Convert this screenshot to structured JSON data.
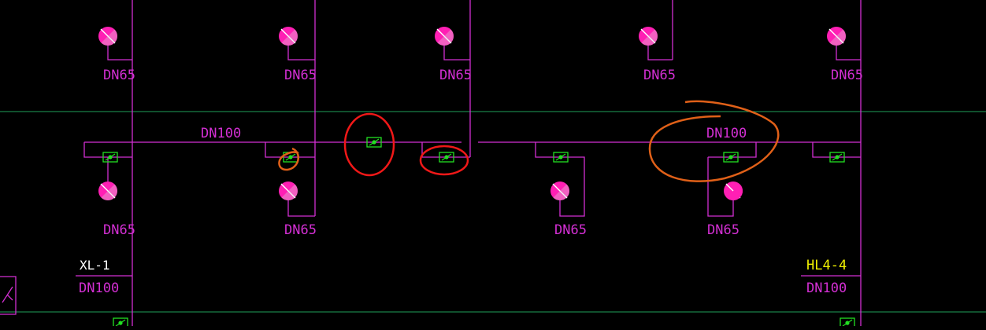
{
  "colors": {
    "background": "#000000",
    "pipe": "#d22fd2",
    "sprinkler": "#ff1fb4",
    "valve": "#22e022",
    "grid": "#1fa05a",
    "yellow_label": "#f0f000",
    "white_label": "#ffffff",
    "annotation_red": "#f01818",
    "annotation_orange": "#e06018"
  },
  "labels": {
    "dn65": "DN65",
    "dn100": "DN100",
    "xl1": "XL-1",
    "hl44": "HL4-4"
  },
  "icons": {
    "sprinkler": "sprinkler-head-icon",
    "valve": "valve-icon",
    "corner_symbol": "pipe-fitting-icon"
  }
}
